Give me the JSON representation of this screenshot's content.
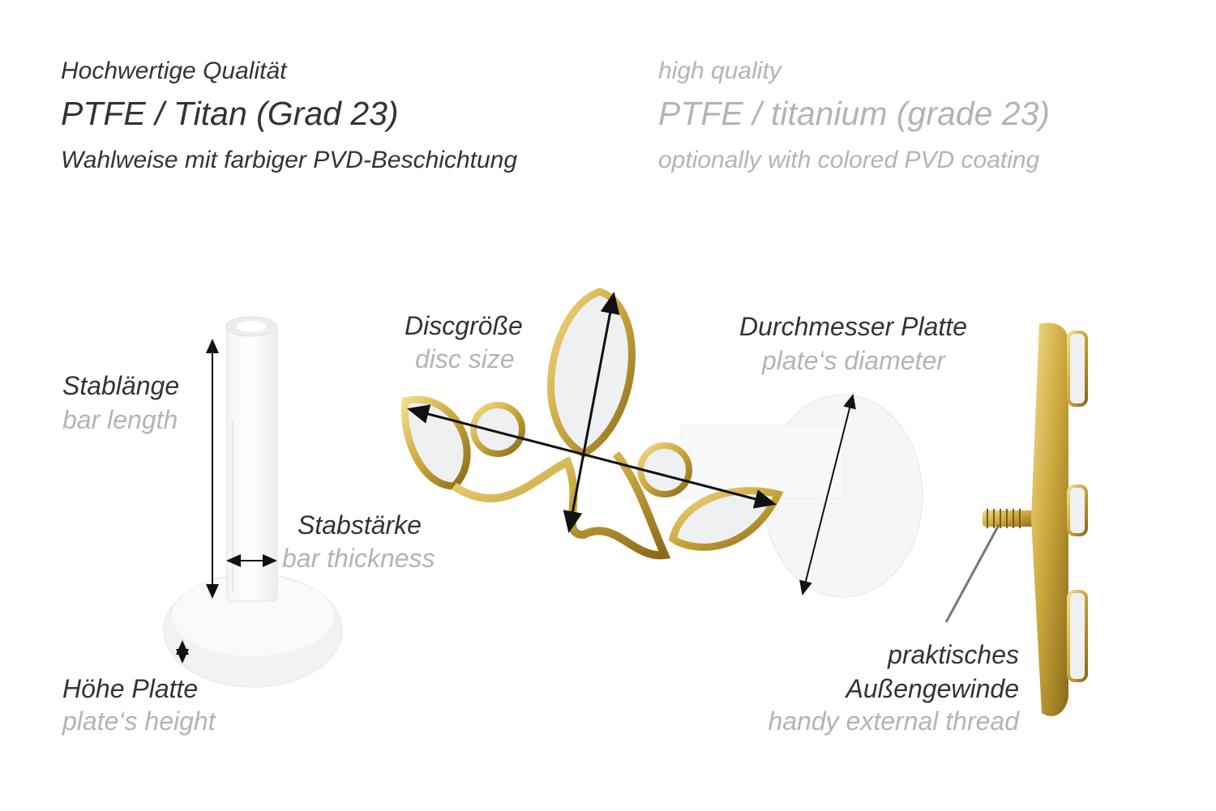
{
  "header": {
    "de": {
      "quality": "Hochwertige Qualität",
      "material": "PTFE / Titan (Grad 23)",
      "coating": "Wahlweise mit farbiger PVD-Beschichtung"
    },
    "en": {
      "quality": "high quality",
      "material": "PTFE / titanium (grade 23)",
      "coating": "optionally with colored PVD coating"
    }
  },
  "labels": {
    "bar_length": {
      "de": "Stablänge",
      "en": "bar length"
    },
    "bar_thickness": {
      "de": "Stabstärke",
      "en": "bar thickness"
    },
    "plate_height": {
      "de": "Höhe Platte",
      "en": "plate‘s height"
    },
    "disc_size": {
      "de": "Discgröße",
      "en": "disc size"
    },
    "plate_diameter": {
      "de": "Durchmesser Platte",
      "en": "plate‘s diameter"
    },
    "thread": {
      "de1": "praktisches",
      "de2": "Außengewinde",
      "en": "handy external thread"
    }
  },
  "colors": {
    "dark_text": "#333333",
    "light_text": "#b4b4b4",
    "gold": "#c9a53a"
  }
}
